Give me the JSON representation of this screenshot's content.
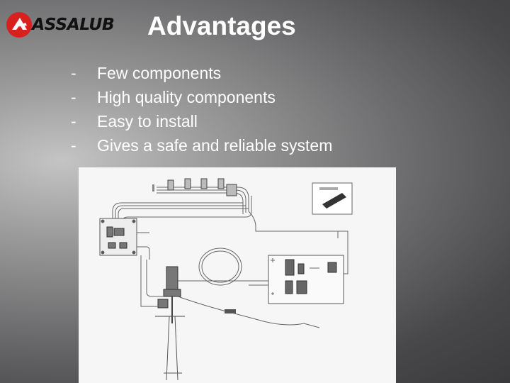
{
  "logo": {
    "text": "ASSALUB",
    "brand_color": "#d8201e"
  },
  "slide": {
    "title": "Advantages"
  },
  "bullets": [
    {
      "dash": "-",
      "text": "Few components"
    },
    {
      "dash": "-",
      "text": "High quality components"
    },
    {
      "dash": "-",
      "text": "Easy to install"
    },
    {
      "dash": "-",
      "text": "Gives a safe and reliable system"
    }
  ],
  "diagram": {
    "description_icon": "lubrication-system-schematic"
  }
}
